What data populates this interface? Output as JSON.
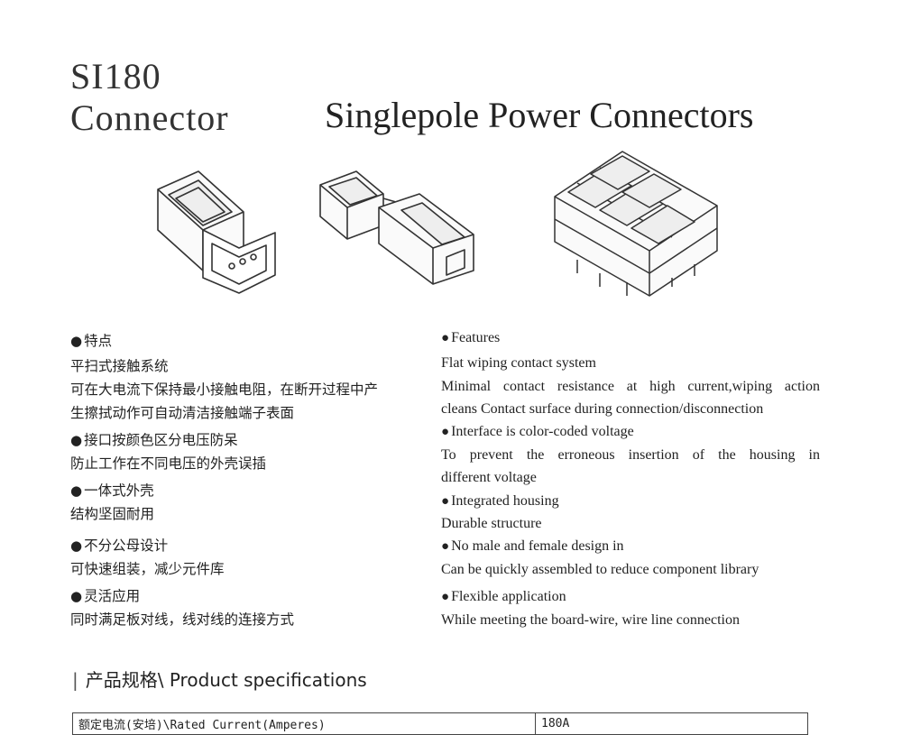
{
  "header": {
    "model": "SI180",
    "product": "Connector",
    "headline": "Singlepole Power Connectors"
  },
  "illustrations": [
    "single-connector",
    "mated-connector-pair",
    "connector-array"
  ],
  "features_cn": [
    {
      "bullet": true,
      "text": "特点"
    },
    {
      "bullet": false,
      "text": "平扫式接触系统"
    },
    {
      "bullet": false,
      "text": "可在大电流下保持最小接触电阻，在断开过程中产"
    },
    {
      "bullet": false,
      "text": "生擦拭动作可自动清洁接触端子表面"
    },
    {
      "bullet": true,
      "text": "接口按颜色区分电压防呆"
    },
    {
      "bullet": false,
      "text": "防止工作在不同电压的外壳误插"
    },
    {
      "bullet": true,
      "text": "一体式外壳"
    },
    {
      "bullet": false,
      "text": "结构坚固耐用"
    },
    {
      "bullet": true,
      "text": "不分公母设计"
    },
    {
      "bullet": false,
      "text": "可快速组装，减少元件库"
    },
    {
      "bullet": true,
      "text": "灵活应用"
    },
    {
      "bullet": false,
      "text": "同时满足板对线，线对线的连接方式"
    }
  ],
  "features_en": [
    {
      "bullet": true,
      "text": "Features"
    },
    {
      "bullet": false,
      "text": "Flat wiping contact system"
    },
    {
      "bullet": false,
      "text": "Minimal contact resistance at high current,wiping action"
    },
    {
      "bullet": false,
      "text": "cleans Contact surface during connection/disconnection"
    },
    {
      "bullet": true,
      "text": "Interface is color-coded voltage"
    },
    {
      "bullet": false,
      "text": "To prevent the erroneous insertion of the housing in"
    },
    {
      "bullet": false,
      "text": "different voltage"
    },
    {
      "bullet": true,
      "text": "Integrated housing"
    },
    {
      "bullet": false,
      "text": "Durable structure"
    },
    {
      "bullet": true,
      "text": "No male and female design in"
    },
    {
      "bullet": false,
      "text": "Can be quickly assembled to reduce component library"
    },
    {
      "bullet": true,
      "text": "Flexible application"
    },
    {
      "bullet": false,
      "text": "While meeting the board-wire, wire line connection"
    }
  ],
  "specs": {
    "heading": "产品规格\\ Product specifications",
    "rows": [
      {
        "label": "额定电流(安培)\\Rated Current(Amperes)",
        "value": "180A"
      }
    ]
  }
}
